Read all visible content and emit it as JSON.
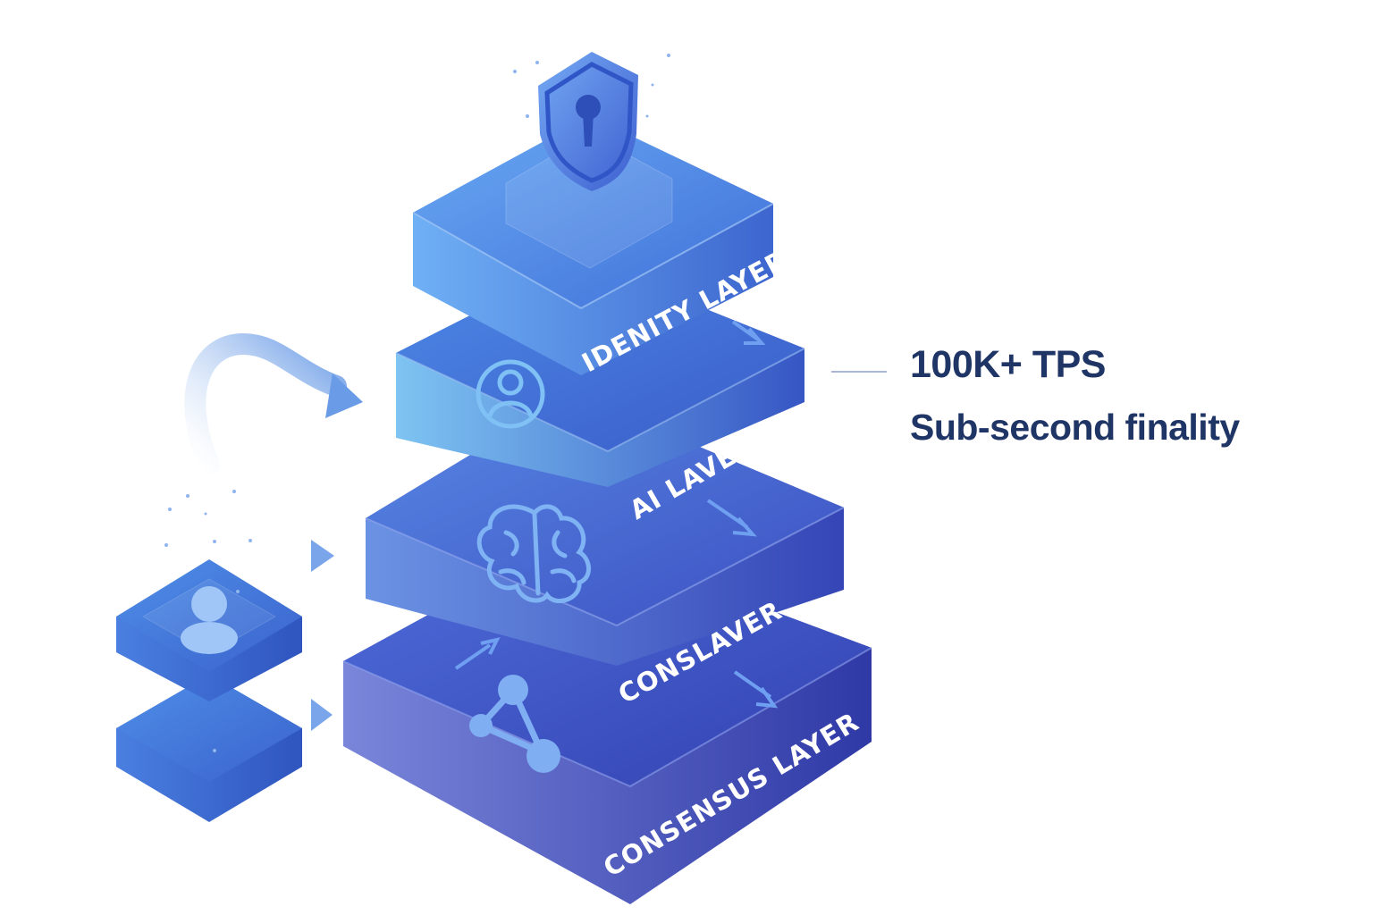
{
  "diagram": {
    "layers": [
      {
        "id": "identity",
        "label": "IDENITY LAYER",
        "icon": "shield-keyhole-icon"
      },
      {
        "id": "ai",
        "label": "AI LAVER",
        "icon": "user-icon"
      },
      {
        "id": "cons",
        "label": "CONSLAVER",
        "icon": "brain-icon"
      },
      {
        "id": "consensus",
        "label": "CONSENSUS LAYER",
        "icon": "network-nodes-icon"
      }
    ],
    "stats": {
      "tps": "100K+ TPS",
      "finality": "Sub-second finality"
    },
    "colors": {
      "top_face_light": "#5f9bf0",
      "top_face_dark": "#3f55c8",
      "side_face": "#3a55c4",
      "text_dark": "#1f3566"
    }
  }
}
